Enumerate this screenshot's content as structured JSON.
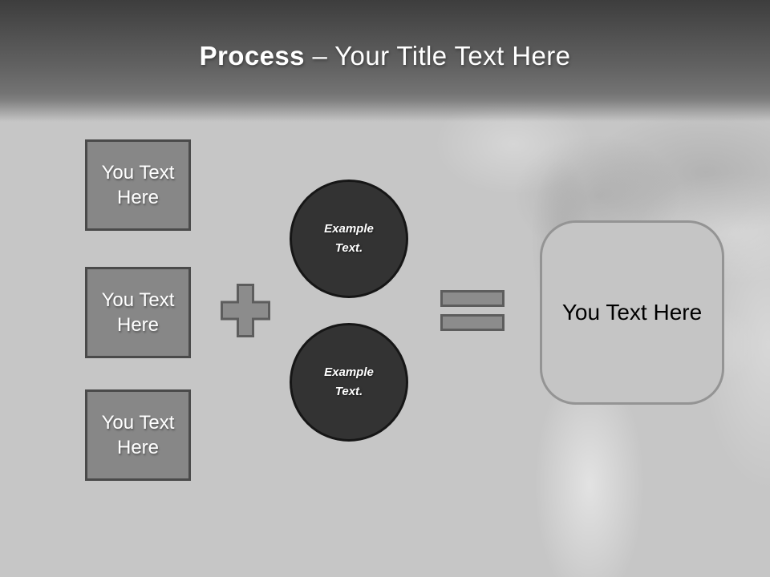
{
  "slide": {
    "title": {
      "bold": "Process",
      "rest": "– Your Title Text Here"
    },
    "process": {
      "inputs": [
        {
          "label": "You Text Here"
        },
        {
          "label": "You Text Here"
        },
        {
          "label": "You Text Here"
        }
      ],
      "operators": {
        "plus_icon": "plus-sign",
        "equals_icon": "equals-sign"
      },
      "circles": [
        {
          "label": "Example Text."
        },
        {
          "label": "Example Text."
        }
      ],
      "result": {
        "label": "You Text Here"
      }
    },
    "colors": {
      "header_top": "#3d3d3d",
      "background": "#c6c6c6",
      "title_text": "#ffffff",
      "input_box_fill": "#878787",
      "input_box_border": "#4a4a4a",
      "circle_fill": "#333333",
      "circle_border": "#161616",
      "operator_fill": "#8c8c8c",
      "operator_border": "#5d5d5d",
      "result_fill": "#c5c5c5",
      "result_border": "#949494",
      "result_text": "#000000"
    }
  }
}
